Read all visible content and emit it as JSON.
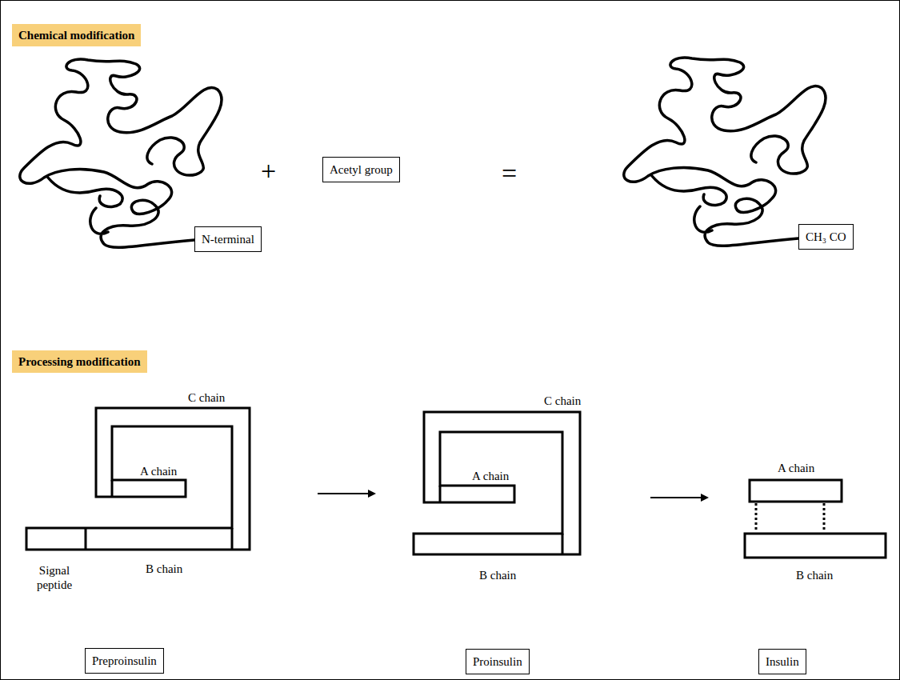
{
  "diagram": {
    "nodes": [
      {
        "text": [
          "Chemical modification"
        ]
      },
      {
        "text": [
          "N-terminal"
        ]
      },
      {
        "text": [
          "Acetyl group"
        ]
      },
      {
        "text": [
          "CH₃ CO"
        ]
      },
      {
        "text": [
          "Processing modification"
        ]
      },
      {
        "text": [
          "Preproinsulin"
        ]
      },
      {
        "text": [
          "Proinsulin"
        ]
      },
      {
        "text": [
          "Insulin"
        ]
      }
    ],
    "labels": [
      "+",
      "=",
      "C chain",
      "A chain",
      "Signal peptide",
      "B chain",
      "C chain",
      "A chain",
      "B chain",
      "A chain",
      "B chain"
    ]
  }
}
